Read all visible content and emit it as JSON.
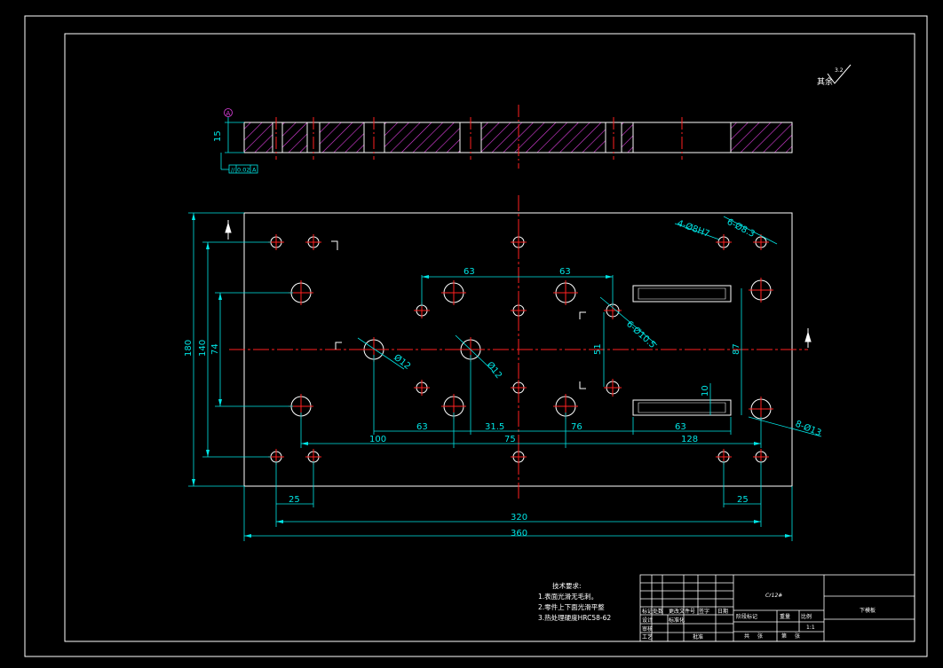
{
  "colors": {
    "background": "#000000",
    "outline": "#ffffff",
    "hatch": "#e040e0",
    "centerline": "#ff2020",
    "dimension": "#00e5e5"
  },
  "roughness": {
    "symbol": "roughness-check-icon",
    "label": "其余",
    "value": "3.2"
  },
  "datum": {
    "label": "A",
    "flatness": "0.02",
    "tolerance_label": "// 0.02 A"
  },
  "side_view": {
    "thickness": "15"
  },
  "dimensions": {
    "d360": "360",
    "d320": "320",
    "d180": "180",
    "d140": "140",
    "d74": "74",
    "d25_left": "25",
    "d25_right": "25",
    "top63a": "63",
    "top63b": "63",
    "b100": "100",
    "b63a": "63",
    "b31_5": "31.5",
    "b75": "75",
    "b76": "76",
    "b128": "128",
    "b63b": "63",
    "d51": "51",
    "d87": "87",
    "d10": "10"
  },
  "callouts": {
    "holes_4x": "4-Ø8H7",
    "holes_6x_8_3": "6-Ø8.3",
    "holes_6x_10_5": "6-Ø10.5",
    "hole_12a": "Ø12",
    "hole_12b": "Ø12",
    "holes_8x_13": "8-Ø13"
  },
  "notes": {
    "title": "技术要求:",
    "items": [
      "1.表面光滑无毛刺。",
      "2.零件上下面光滑平整",
      "3.热处理硬度HRC58-62"
    ]
  },
  "title_block": {
    "material": "Cr12#",
    "part_name": "下模板",
    "scale": "1:1",
    "cells": [
      "标记",
      "处数",
      "更改文件号",
      "签字",
      "日期",
      "设计",
      "标准化",
      "审核",
      "工艺",
      "批准",
      "阶段标记",
      "重量",
      "比例",
      "共",
      "张",
      "第",
      "张"
    ]
  }
}
